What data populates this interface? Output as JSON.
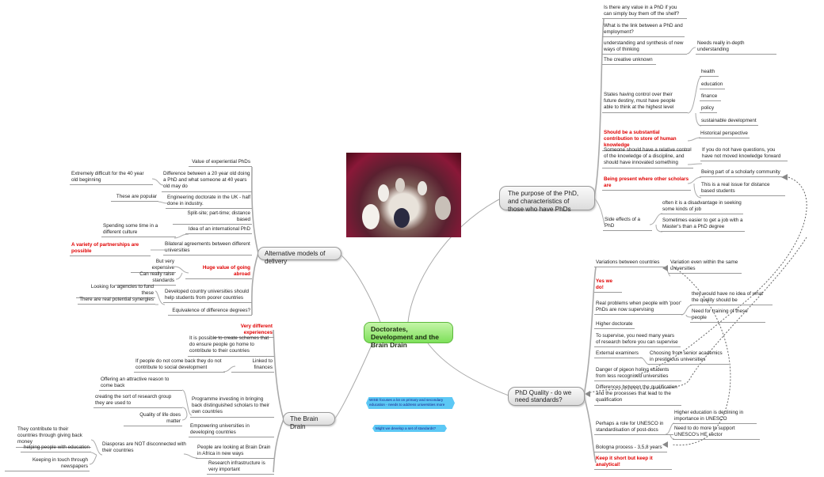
{
  "center": {
    "title": "Doctorates, Development and the Brain Drain"
  },
  "callouts": [
    "WISE focuses a lot on primary and secondary education - needs to address universities more",
    "Might we develop a set of standards?"
  ],
  "purpose": {
    "title": "The purpose of the PhD, and characteristics of those who have PhDs",
    "items": [
      {
        "text": "Is there any value in a PhD if you can simply buy them off the shelf?",
        "children": []
      },
      {
        "text": "What is the link between a PhD and employment?",
        "children": []
      },
      {
        "text": "understanding and synthesis of new ways of thinking",
        "children": [
          "Needs really in-depth understanding"
        ]
      },
      {
        "text": "The creative unknown",
        "children": []
      },
      {
        "text": "States having control over their future destiny, must have people able to think at the highest level",
        "children": [
          "health",
          "education",
          "finance",
          "policy",
          "sustainable development"
        ]
      },
      {
        "text": "Should be a substantial contribution to store of human knowledge",
        "highlight": true,
        "children": [
          "Historical perspective"
        ]
      },
      {
        "text": "Someone should have a relative control of the knowledge of a discipline, and should have innovated something",
        "children": [
          "If you do not have questions, you have not moved knowledge forward"
        ]
      },
      {
        "text": "Being present where other scholars are",
        "highlight": true,
        "children": [
          "Being part of a scholarly community",
          "This is a real issue for distance based students"
        ]
      },
      {
        "text": "Side effects of a PhD",
        "children": [
          "often it is a disadvantage in seeking some kinds of job",
          "Sometimes easier to get a job with a Master's than a PhD degree"
        ]
      }
    ]
  },
  "quality": {
    "title": "PhD Quality - do we need standards?",
    "items": [
      {
        "text": "Variations between countries",
        "children": [
          "Variation even within the same universities"
        ]
      },
      {
        "text": "Yes we do!",
        "highlight": true,
        "children": []
      },
      {
        "text": "Real problems when people with 'poor' PhDs are now supervising",
        "children": [
          "they would have no idea of what the quality should be",
          "Need for training of these people"
        ]
      },
      {
        "text": "Higher doctorate",
        "children": []
      },
      {
        "text": "To supervise, you need many years of research before you can supervise",
        "children": []
      },
      {
        "text": "External examiners",
        "children": [
          "Choosing from senior academics in prestigious universities"
        ]
      },
      {
        "text": "Danger of pigeon holing students from less recognised universities",
        "children": []
      },
      {
        "text": "Differences between the qualification and the processes that lead to the qualification",
        "children": []
      },
      {
        "text": "Perhaps a role for UNESCO in standardisation of post-docs",
        "children": [
          "Higher education is declining in importance in UNESCO",
          "Need to do more to support UNESCO's HE sector"
        ]
      },
      {
        "text": "Bologna process - 3,5,8 years",
        "children": []
      },
      {
        "text": "Keep it short but keep it analytical!",
        "highlight": true,
        "children": []
      }
    ]
  },
  "alternative": {
    "title": "Alternative models of delivery",
    "items": [
      {
        "text": "Value of experiential PhDs",
        "children": []
      },
      {
        "text": "Difference between a 20 year old doing a PhD and what someone at 40 years old may do",
        "children": [
          "Extremely difficult for the 40 year old beginning"
        ]
      },
      {
        "text": "Engineering doctorate in the UK - half done in industry.",
        "children": [
          "These are popular"
        ]
      },
      {
        "text": "Split-site; part-time; distance based",
        "children": []
      },
      {
        "text": "Idea of an international PhD",
        "children": [
          "Spending some time in a different culture"
        ]
      },
      {
        "text": "Bilateral agreements between different universities",
        "children": [
          "A variety of partnerships are possible"
        ]
      },
      {
        "text": "Huge value of going abroad",
        "highlight": true,
        "children": [
          "But very expensive",
          "Can really raise standards"
        ]
      },
      {
        "text": "Developed country universities should help students from poorer countries",
        "children": [
          "Looking for agencies to fund these",
          "There are real potential synergies"
        ]
      },
      {
        "text": "Equivalence of difference degrees?",
        "children": []
      }
    ]
  },
  "brain_drain": {
    "title": "The Brain Drain",
    "items": [
      {
        "text": "Very different experiences",
        "highlight": true,
        "children": []
      },
      {
        "text": "It is possible to create schemes that do ensure people go home to contribute to their countries",
        "children": []
      },
      {
        "text": "Linked to finances",
        "children": [
          "If people do not come back they do not contribute to social development"
        ]
      },
      {
        "text": "Programme investing in bringing back distinguished scholars to their own countries",
        "children": [
          "Offering an attractive reason to come back",
          "creating the sort of research group  they are used to",
          "Quality of life does matter"
        ]
      },
      {
        "text": "Empowering universities in developing countries",
        "children": []
      },
      {
        "text": "People are looking at Brain Drain in Africa in new ways",
        "children": [
          "Diasporas are NOT disconnected with their countries"
        ]
      },
      {
        "text": "Research infrastructure is very important",
        "children": []
      }
    ],
    "diaspora_children": [
      "They contribute to their countries through giving back money",
      "helping people with education",
      "Keeping in touch through newspapers"
    ]
  },
  "colors": {
    "highlight": "#e00000",
    "center": "#7ee05a",
    "callout": "#5cc8f5"
  }
}
